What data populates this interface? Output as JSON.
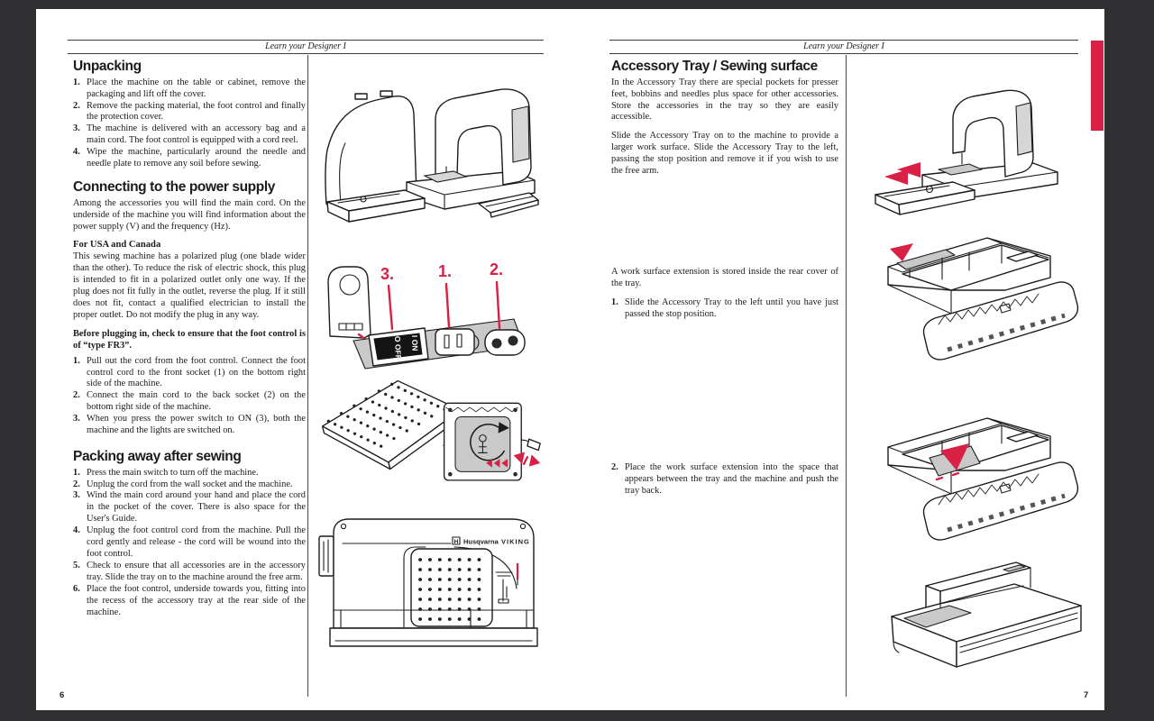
{
  "theme": {
    "backdrop": "#2f2f31",
    "paper": "#ffffff",
    "ink": "#1c1c1c",
    "accent": "#d92045",
    "shade": "#c9c9c9"
  },
  "page_left": {
    "running_header": "Learn your Designer I",
    "page_number": "6",
    "unpacking": {
      "title": "Unpacking",
      "items": [
        {
          "num": "1.",
          "text": "Place the machine on the table or cabinet, remove the packaging and lift off the cover."
        },
        {
          "num": "2.",
          "text": "Remove the packing material, the foot control and finally the protection cover."
        },
        {
          "num": "3.",
          "text": "The machine is delivered with an accessory bag and a main cord. The foot control is equipped with a cord reel."
        },
        {
          "num": "4.",
          "text": "Wipe the machine, particularly around the needle and needle plate to remove any soil before sewing."
        }
      ]
    },
    "power": {
      "title": "Connecting to the power supply",
      "intro": "Among the accessories you will find the main cord. On the underside of the machine you will find information about the power supply (V) and the frequency (Hz).",
      "region_heading": "For USA and Canada",
      "region_body": "This sewing machine has a polarized plug (one blade wider than the other). To reduce the risk of electric shock, this plug is intended to fit in a polarized outlet only one way. If the plug does not fit fully in the outlet, reverse the plug. If it still does not fit, contact a qualified electrician to install the proper outlet. Do not modify the plug in any way.",
      "warning": "Before plugging in, check to ensure that the foot control is of “type FR3”.",
      "items": [
        {
          "num": "1.",
          "text": "Pull out the cord from the foot control. Connect the foot control cord to the front socket (1) on the bottom right side of the machine."
        },
        {
          "num": "2.",
          "text": "Connect the main cord to the back socket (2) on the bottom right side of the machine."
        },
        {
          "num": "3.",
          "text": "When you press the power switch to ON (3), both the machine and the lights are switched on."
        }
      ]
    },
    "packing": {
      "title": "Packing away after sewing",
      "items": [
        {
          "num": "1.",
          "text": "Press the main switch to turn off the machine."
        },
        {
          "num": "2.",
          "text": "Unplug the cord from the wall socket and the machine."
        },
        {
          "num": "3.",
          "text": "Wind the main cord around your hand and place the cord in the pocket of the cover. There is also space for the User's Guide."
        },
        {
          "num": "4.",
          "text": "Unplug the foot control cord from the machine. Pull the cord gently and release - the cord will be wound into the foot control."
        },
        {
          "num": "5.",
          "text": "Check to ensure that all accessories are in the accessory tray. Slide the tray on to the machine around the free arm."
        },
        {
          "num": "6.",
          "text": "Place the foot control, underside towards you, fitting into the recess of the accessory tray at the rear side of the machine."
        }
      ]
    },
    "figures": {
      "socket_panel": {
        "label_3": "3.",
        "label_1": "1.",
        "label_2": "2.",
        "switch_on": "I ON",
        "switch_off": "O OFF"
      },
      "rear_view": {
        "logo": "H",
        "brand": "Husqvarna",
        "series": "VIKING"
      }
    }
  },
  "page_right": {
    "running_header": "Learn your Designer I",
    "page_number": "7",
    "accessory": {
      "title": "Accessory Tray / Sewing surface",
      "p1": "In the Accessory Tray there are special pockets for presser feet, bobbins and needles plus space for other accessories. Store the accessories in the tray so they are easily accessible.",
      "p2": "Slide the Accessory Tray on to the machine to provide a larger work surface. Slide the Accessory Tray to the left, passing the stop position and remove it if you wish to use the free arm.",
      "extension_intro": "A work surface extension is stored inside the rear cover of the tray.",
      "items": [
        {
          "num": "1.",
          "text": "Slide the Accessory Tray to the left until you have just passed the stop position."
        },
        {
          "num": "2.",
          "text": "Place the work surface extension into the space that appears between the tray and the machine and push the tray back."
        }
      ]
    }
  }
}
